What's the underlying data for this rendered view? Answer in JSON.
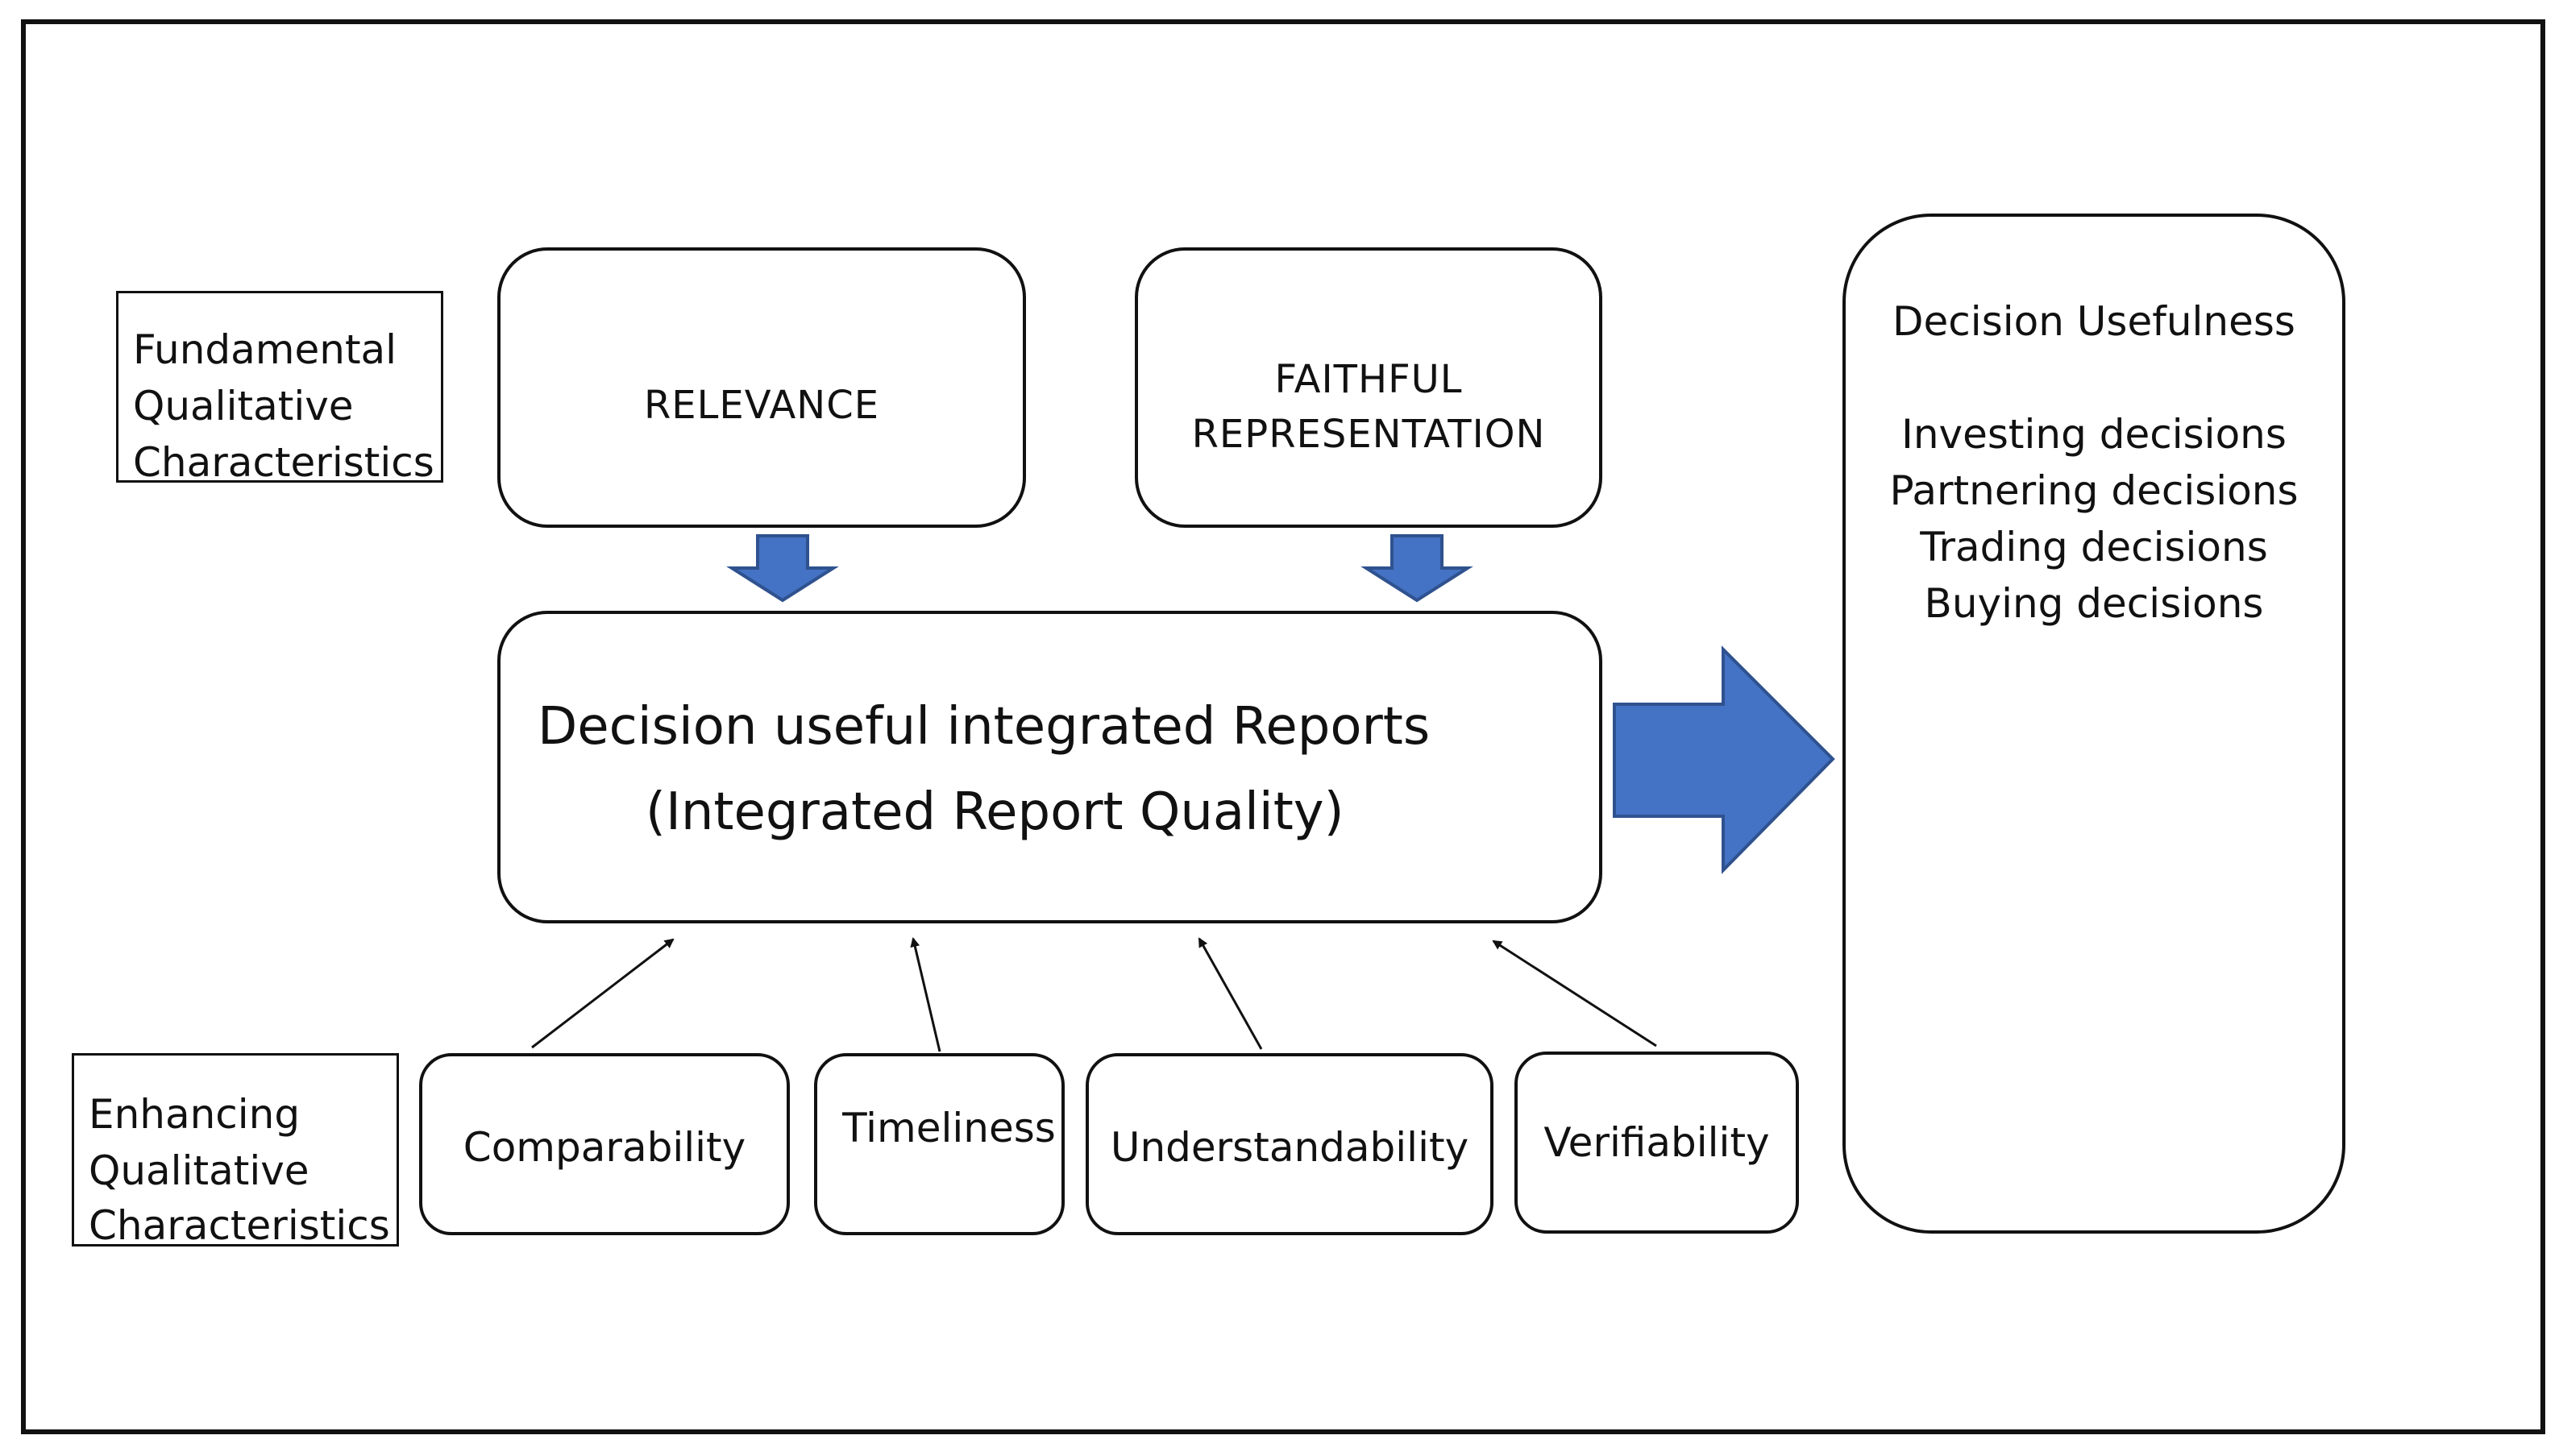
{
  "labels": {
    "fundamental": [
      "Fundamental",
      "Qualitative",
      "Characteristics"
    ],
    "enhancing": [
      "Enhancing",
      "Qualitative",
      "Characteristics"
    ]
  },
  "fundamental_boxes": {
    "relevance": "RELEVANCE",
    "faithful_line1": "FAITHFUL",
    "faithful_line2": "REPRESENTATION"
  },
  "central": {
    "line1": "Decision useful integrated Reports",
    "line2": "(Integrated Report Quality)"
  },
  "enhancing_boxes": {
    "comparability": "Comparability",
    "timeliness": "Timeliness",
    "understandability": "Understandability",
    "verifiability": "Verifiability"
  },
  "outcome": {
    "title": "Decision Usefulness",
    "items": [
      "Investing decisions",
      "Partnering decisions",
      "Trading decisions",
      "Buying decisions"
    ]
  },
  "colors": {
    "arrow_fill": "#4472C4",
    "arrow_stroke": "#2F528F",
    "line": "#111111"
  }
}
